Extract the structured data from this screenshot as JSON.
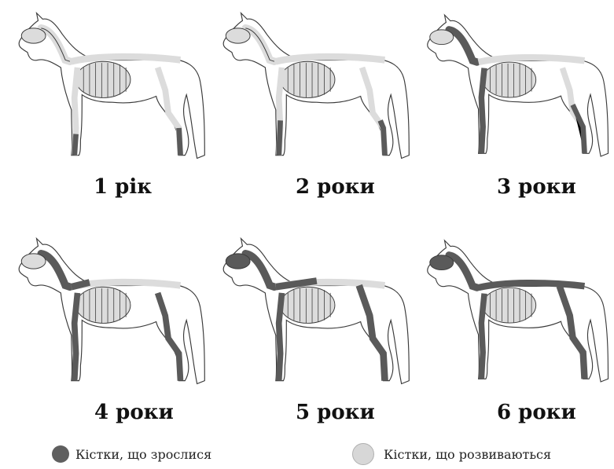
{
  "panels": [
    {
      "label": "1 рік"
    },
    {
      "label": "2 роки"
    },
    {
      "label": "3 роки"
    },
    {
      "label": "4 роки"
    },
    {
      "label": "5 роки"
    },
    {
      "label": "6 роки"
    }
  ],
  "legend": {
    "fused": {
      "label": "Кістки, що зрослися",
      "color": "#5f5f5f"
    },
    "developing": {
      "label": "Кістки, що розвиваються",
      "color": "#d7d7d7"
    }
  },
  "colors": {
    "outline": "#3a3a3a",
    "light_bone": "#dcdcdc",
    "dark_bone": "#5a5a5a"
  }
}
